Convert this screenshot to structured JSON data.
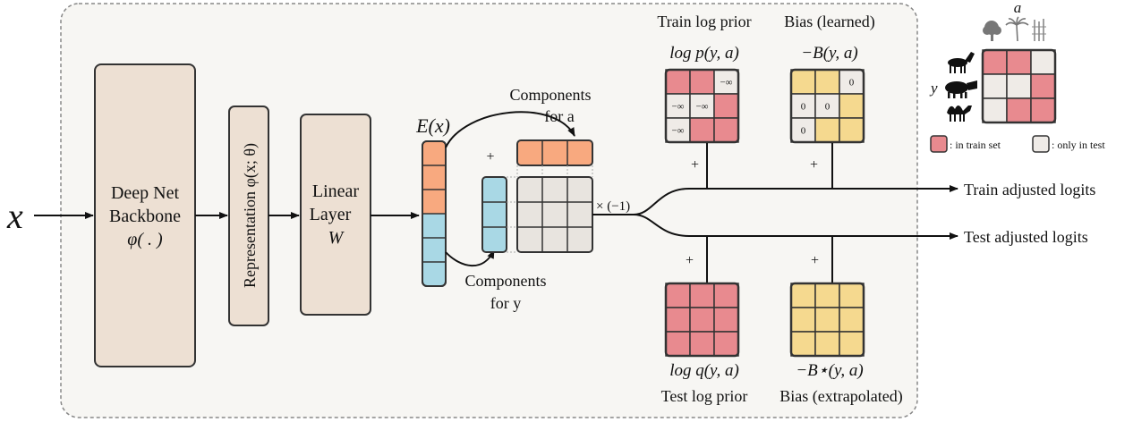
{
  "input": {
    "symbol": "x"
  },
  "backbone": {
    "line1": "Deep Net",
    "line2": "Backbone",
    "line3": "φ( . )"
  },
  "representation": {
    "label": "Representation φ(x; θ)"
  },
  "linear": {
    "line1": "Linear",
    "line2": "Layer",
    "line3": "W"
  },
  "embedding": {
    "label": "E(x)"
  },
  "components_a": {
    "line1": "Components",
    "line2": "for a"
  },
  "components_y": {
    "line1": "Components",
    "line2": "for y"
  },
  "plus_sign": "+",
  "negate": "× (−1)",
  "train_prior": {
    "title": "Train log prior",
    "formula": "log p(y, a)",
    "cells": [
      [
        "",
        "",
        "−∞"
      ],
      [
        "−∞",
        "−∞",
        ""
      ],
      [
        "−∞",
        "",
        ""
      ]
    ],
    "color_mask": [
      [
        1,
        1,
        0
      ],
      [
        0,
        0,
        1
      ],
      [
        0,
        1,
        1
      ]
    ]
  },
  "bias_learned": {
    "title": "Bias (learned)",
    "formula": "−B(y, a)",
    "cells": [
      [
        "",
        "",
        "0"
      ],
      [
        "0",
        "0",
        ""
      ],
      [
        "0",
        "",
        ""
      ]
    ],
    "color_mask": [
      [
        1,
        1,
        0
      ],
      [
        0,
        0,
        1
      ],
      [
        0,
        1,
        1
      ]
    ]
  },
  "test_prior": {
    "title": "Test log prior",
    "formula": "log q(y, a)"
  },
  "bias_extrap": {
    "title": "Bias (extrapolated)",
    "formula": "−B⋆(y, a)"
  },
  "outputs": {
    "train": "Train adjusted logits",
    "test": "Test adjusted logits"
  },
  "legend": {
    "axis_a": "a",
    "axis_y": "y",
    "train_label": ": in train set",
    "test_label": ": only in test",
    "mask": [
      [
        1,
        1,
        0
      ],
      [
        0,
        0,
        1
      ],
      [
        0,
        1,
        1
      ]
    ]
  },
  "colors": {
    "beige": "#ede0d3",
    "orange": "#f8a97f",
    "blue": "#a9d8e5",
    "pink": "#e88a8f",
    "yellow": "#f5d98f",
    "light": "#efebe7",
    "grid_gray": "#e8e4df"
  }
}
